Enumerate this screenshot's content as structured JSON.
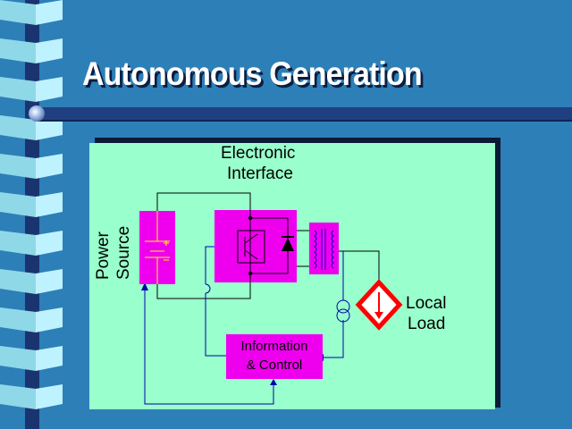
{
  "slide": {
    "title": "Autonomous Generation"
  },
  "diagram": {
    "electronic_interface_label_line1": "Electronic",
    "electronic_interface_label_line2": "Interface",
    "power_source_label_line1": "Power",
    "power_source_label_line2": "Source",
    "local_load_label_line1": "Local",
    "local_load_label_line2": "Load",
    "info_control_line1": "Information",
    "info_control_line2": "& Control"
  },
  "colors": {
    "background": "#2d7fb8",
    "panel": "#99ffcc",
    "block": "#ee00ee",
    "wire": "#000000",
    "control_wire": "#0000aa",
    "load_diamond": "#ff0000",
    "bar": "#1f3f80"
  }
}
